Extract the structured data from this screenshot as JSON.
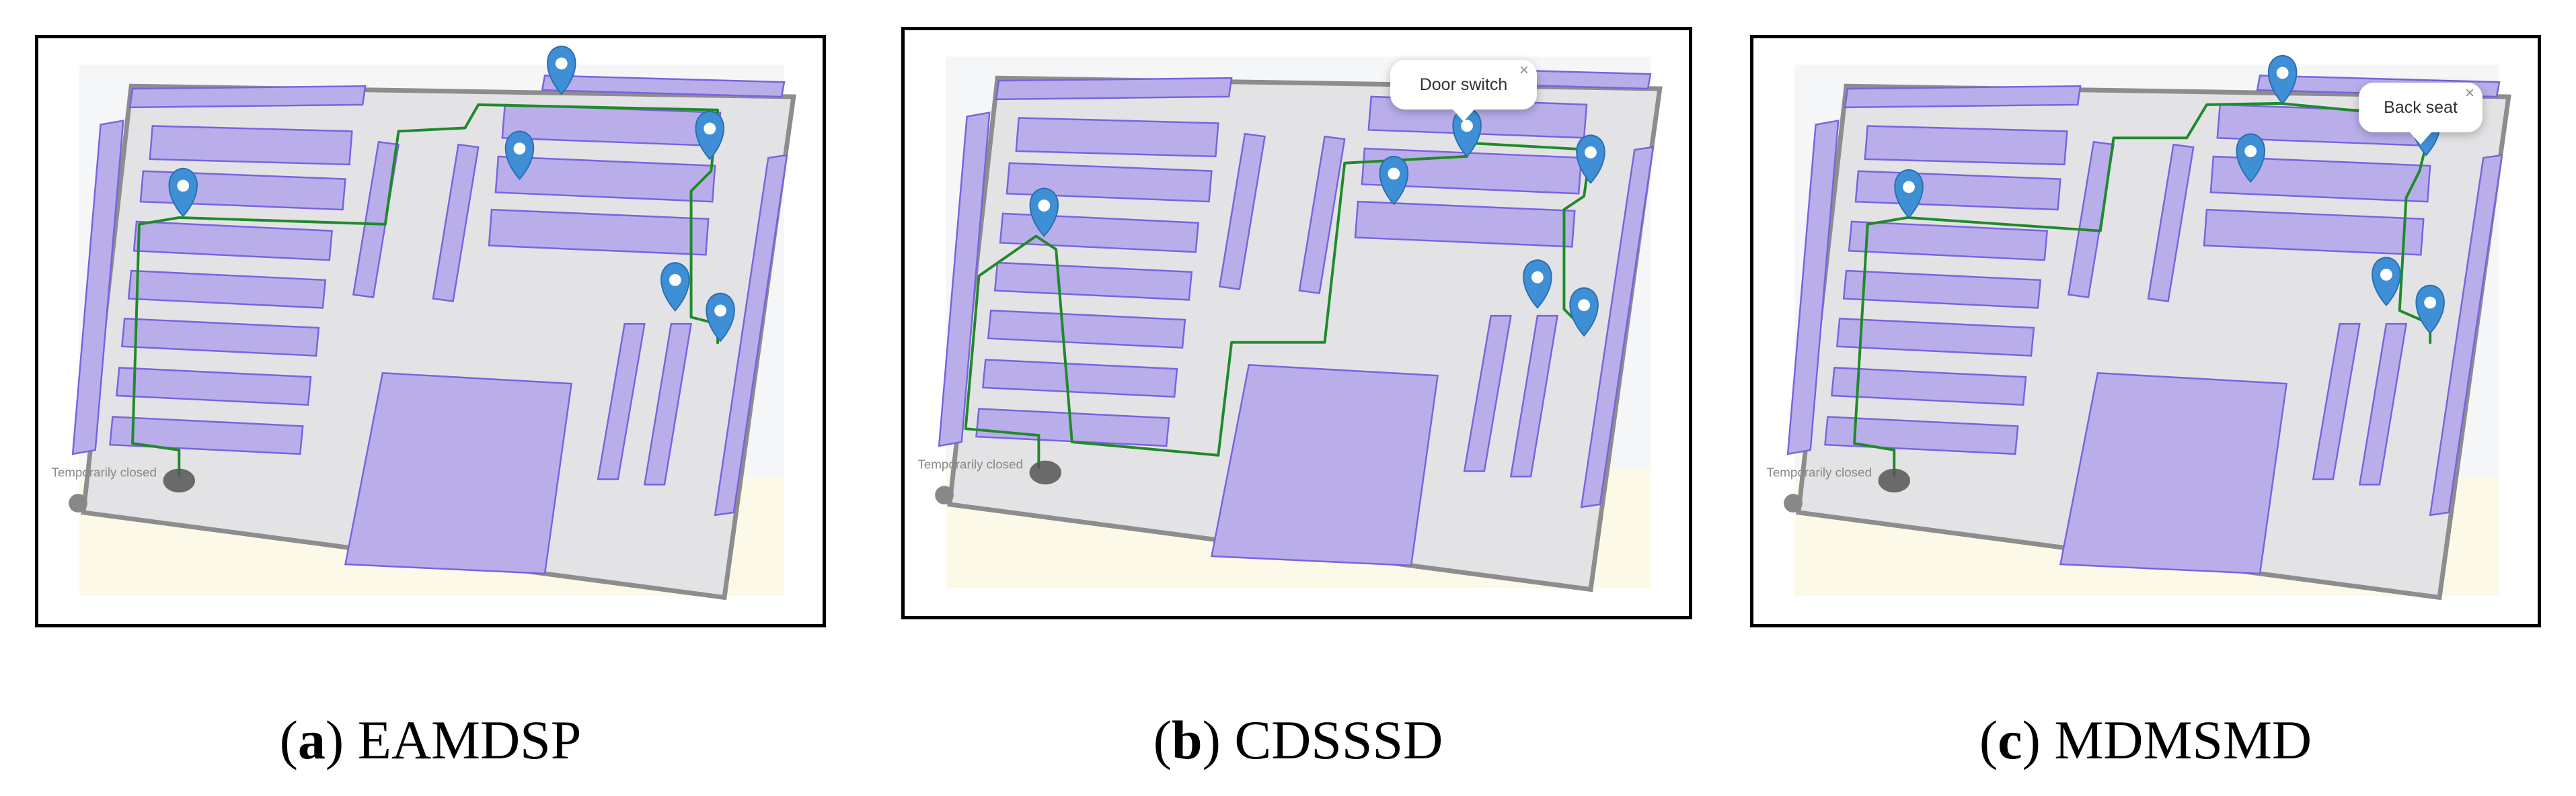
{
  "figure": {
    "panels": [
      {
        "id": "a",
        "caption_letter": "a",
        "caption_text": ") EAMDSP",
        "popup": null,
        "temporarily_closed_label": "Temporarily closed"
      },
      {
        "id": "b",
        "caption_letter": "b",
        "caption_text": ") CDSSSD",
        "popup": {
          "label": "Door switch",
          "close": "×"
        },
        "temporarily_closed_label": "Temporarily closed"
      },
      {
        "id": "c",
        "caption_letter": "c",
        "caption_text": ") MDMSMD",
        "popup": {
          "label": "Back seat",
          "close": "×"
        },
        "temporarily_closed_label": "Temporarily closed"
      }
    ],
    "colors": {
      "shelf_fill": "#b9aeea",
      "shelf_stroke": "#7a62e0",
      "floor_fill": "#e3e3e6",
      "floor_stroke": "#8d8d8d",
      "route": "#1f8a2a",
      "pin": "#3f8fd6",
      "start_marker": "#555555"
    }
  }
}
